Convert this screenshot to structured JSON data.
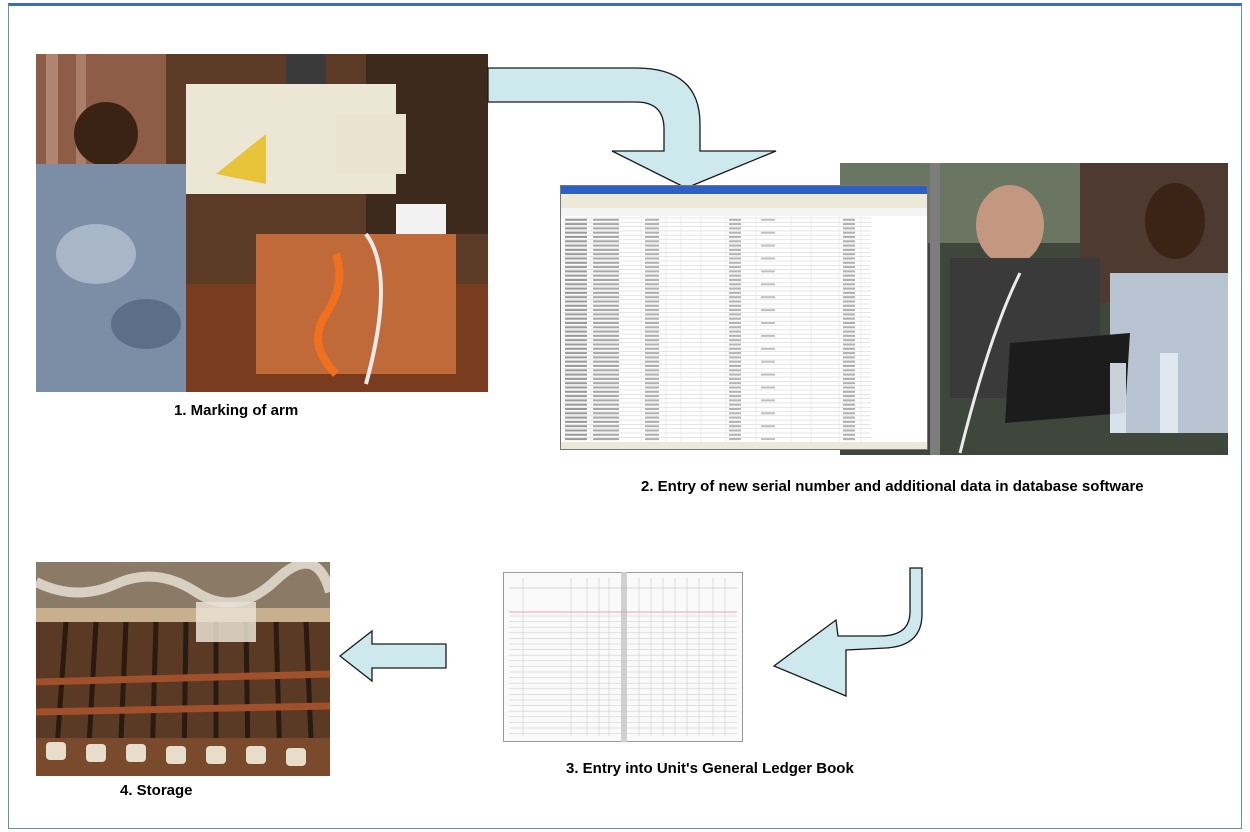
{
  "steps": [
    {
      "label": "1. Marking of arm",
      "image": "photo-soldier-marking-machine"
    },
    {
      "label": "2. Entry of new serial number and additional data in database software",
      "image": "spreadsheet-and-operators-photo"
    },
    {
      "label": "3. Entry into Unit's General Ledger Book",
      "image": "ledger-book"
    },
    {
      "label": "4. Storage",
      "image": "photo-weapons-rack"
    }
  ],
  "colors": {
    "arrow_fill": "#cde9ee",
    "arrow_stroke": "#1a1a1a",
    "frame": "#3a6fb3",
    "spreadsheet_titlebar": "#2d5fc4"
  }
}
